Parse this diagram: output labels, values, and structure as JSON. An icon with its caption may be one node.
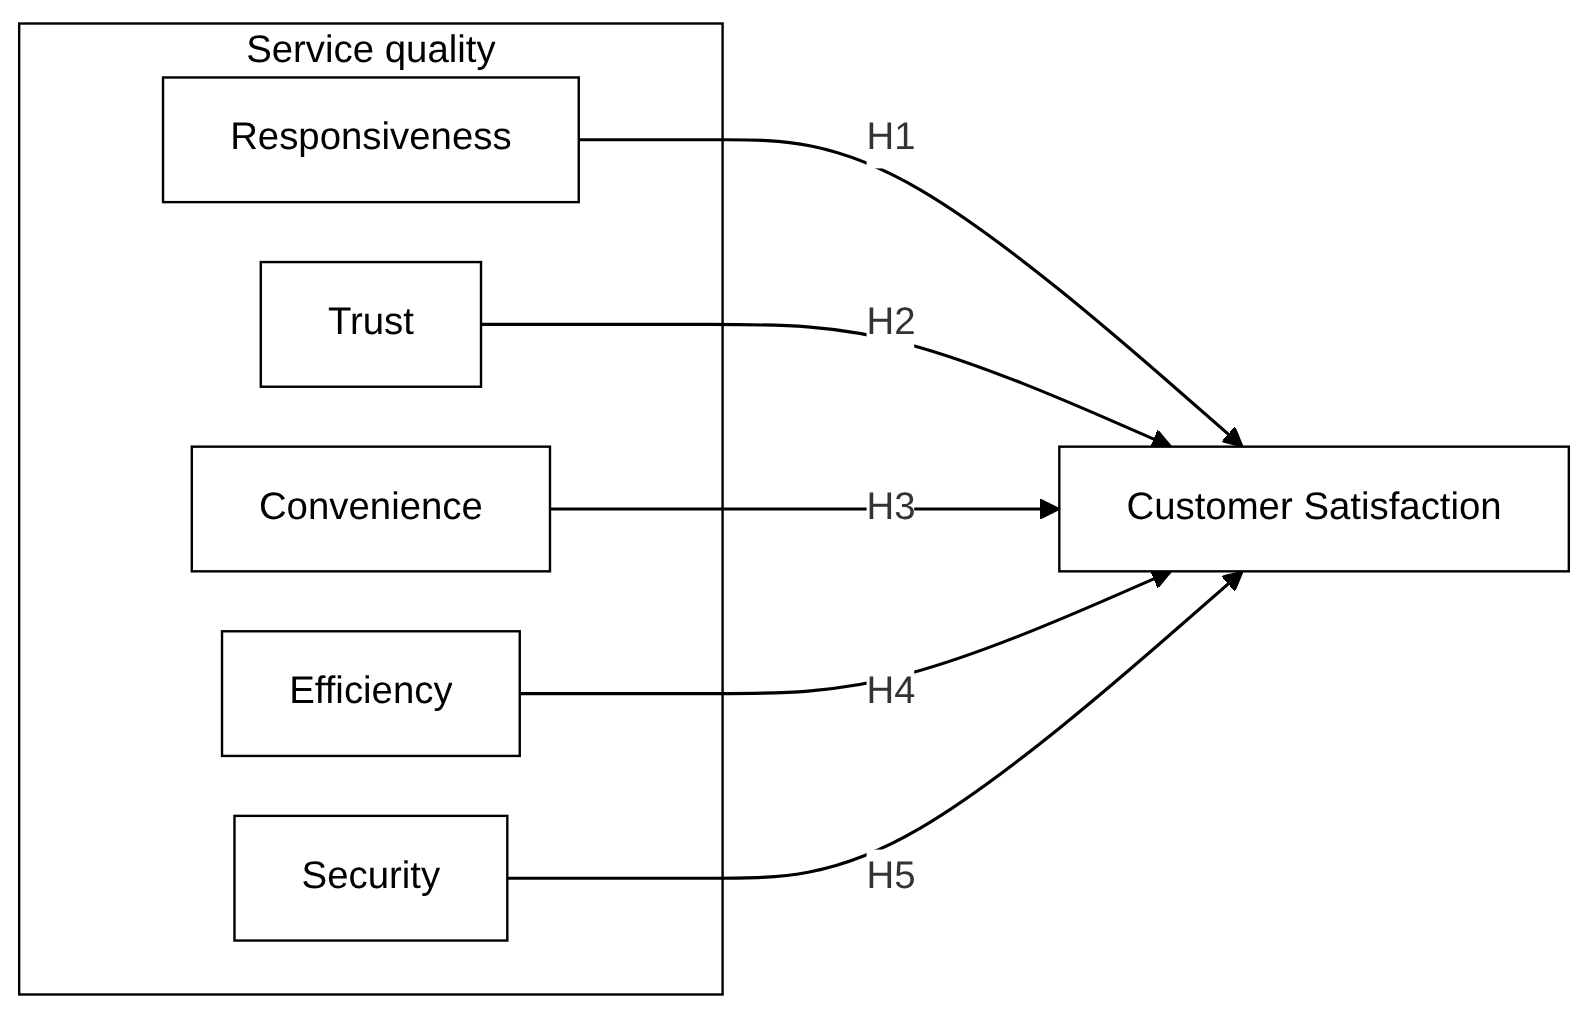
{
  "diagram": {
    "nodes": [
      {
        "text": [
          "Service quality"
        ]
      },
      {
        "text": [
          "Responsiveness"
        ],
        "in": 0
      },
      {
        "text": [
          "Trust"
        ],
        "in": 0
      },
      {
        "text": [
          "Convenience"
        ],
        "in": 0
      },
      {
        "text": [
          "Efficiency"
        ],
        "in": 0
      },
      {
        "text": [
          "Security"
        ],
        "in": 0
      },
      {
        "text": [
          "Customer Satisfaction"
        ]
      }
    ],
    "edges": [
      {
        "from": 1,
        "to": 6,
        "arrow": "to",
        "label": "H1"
      },
      {
        "from": 2,
        "to": 6,
        "arrow": "to",
        "label": "H2"
      },
      {
        "from": 3,
        "to": 6,
        "arrow": "to",
        "label": "H3"
      },
      {
        "from": 4,
        "to": 6,
        "arrow": "to",
        "label": "H4"
      },
      {
        "from": 5,
        "to": 6,
        "arrow": "to",
        "label": "H5"
      }
    ]
  }
}
